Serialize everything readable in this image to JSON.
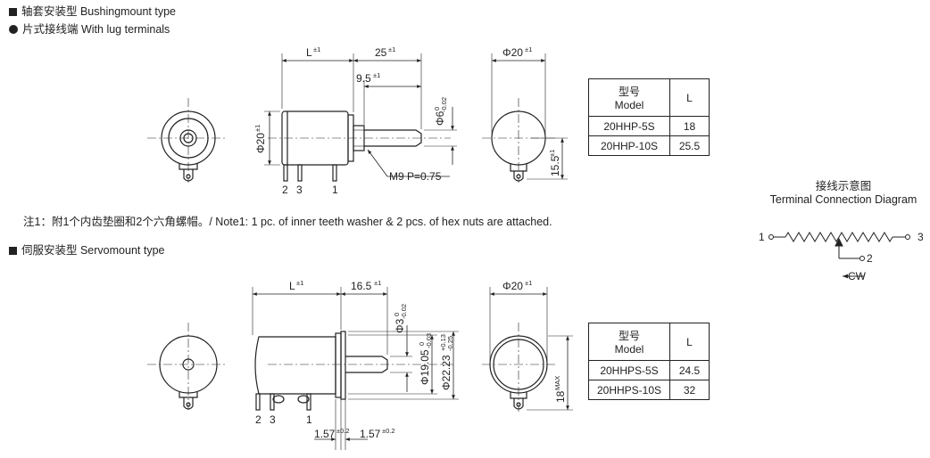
{
  "headings": {
    "bushing_type": "轴套安装型 Bushingmount type",
    "lug_terminals": "片式接线端 With lug terminals",
    "servo_type": "伺服安装型 Servomount type"
  },
  "note": "注1：附1个内齿垫圈和2个六角螺帽。/ Note1: 1 pc. of inner teeth washer & 2 pcs. of hex nuts are attached.",
  "bushing_drawing": {
    "dim_L": "L",
    "dim_L_tol": "±1",
    "dim_25": "25",
    "dim_25_tol": "±1",
    "dim_9_5": "9.5",
    "dim_9_5_tol": "±1",
    "dim_phi20": "Φ20",
    "dim_phi20_tol": "±1",
    "dim_phi6": "Φ6",
    "dim_phi6_tol_top": "0",
    "dim_phi6_tol_bot": "-0.02",
    "dim_thread": "M9  P=0.75",
    "dim_15_5": "15.5",
    "dim_15_5_tol": "±1",
    "dim_phi20_end": "Φ20",
    "dim_phi20_end_tol": "±1",
    "terminal_2": "2",
    "terminal_3": "3",
    "terminal_1": "1"
  },
  "bushing_table": {
    "header_model_cn": "型号",
    "header_model_en": "Model",
    "header_L": "L",
    "rows": [
      {
        "model": "20HHP-5S",
        "L": "18"
      },
      {
        "model": "20HHP-10S",
        "L": "25.5"
      }
    ]
  },
  "servo_drawing": {
    "dim_L": "L",
    "dim_L_tol": "±1",
    "dim_16_5": "16.5",
    "dim_16_5_tol": "±1",
    "dim_phi3": "Φ3",
    "dim_phi3_tol_top": "0",
    "dim_phi3_tol_bot": "-0.02",
    "dim_phi19_05": "Φ19.05",
    "dim_phi19_05_tol_top": "0",
    "dim_phi19_05_tol_bot": "-0.03",
    "dim_phi22_23": "Φ22.23",
    "dim_phi22_23_tol_top": "+0.13",
    "dim_phi22_23_tol_bot": "-0.25",
    "dim_phi20_end": "Φ20",
    "dim_phi20_end_tol": "±1",
    "dim_18": "18",
    "dim_18_tol": "MAX",
    "dim_1_57_a": "1.57",
    "dim_1_57_a_tol": "±0.2",
    "dim_1_57_b": "1.57",
    "dim_1_57_b_tol": "±0.2",
    "terminal_2": "2",
    "terminal_3": "3",
    "terminal_1": "1"
  },
  "servo_table": {
    "header_model_cn": "型号",
    "header_model_en": "Model",
    "header_L": "L",
    "rows": [
      {
        "model": "20HHPS-5S",
        "L": "24.5"
      },
      {
        "model": "20HHPS-10S",
        "L": "32"
      }
    ]
  },
  "terminal_diagram": {
    "title_cn": "接线示意图",
    "title_en": "Terminal Connection Diagram",
    "pin_1": "1",
    "pin_2": "2",
    "pin_3": "3",
    "cw_label": "CW"
  }
}
